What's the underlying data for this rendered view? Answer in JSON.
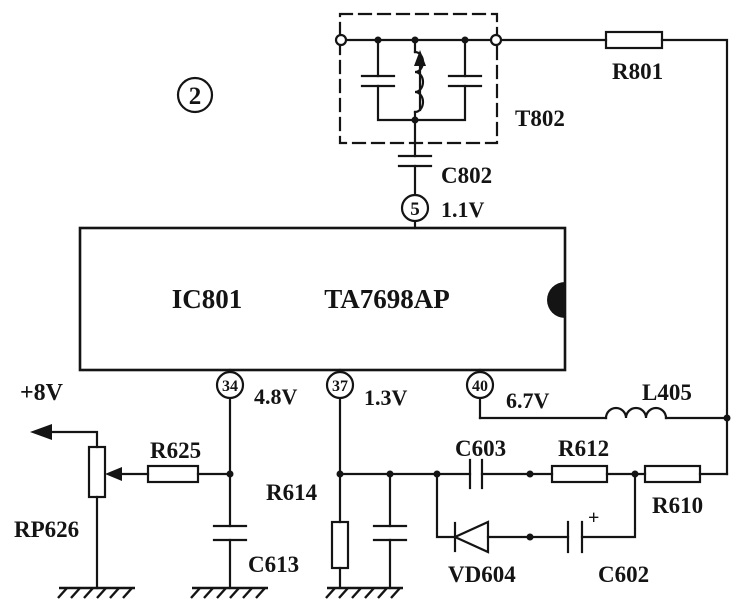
{
  "figure": {
    "badge": "2"
  },
  "ic": {
    "ref": "IC801",
    "part": "TA7698AP"
  },
  "pins": {
    "p5": {
      "num": "5",
      "voltage": "1.1V"
    },
    "p34": {
      "num": "34",
      "voltage": "4.8V"
    },
    "p37": {
      "num": "37",
      "voltage": "1.3V"
    },
    "p40": {
      "num": "40",
      "voltage": "6.7V"
    }
  },
  "components": {
    "t802": {
      "label": "T802"
    },
    "r801": {
      "label": "R801"
    },
    "c802": {
      "label": "C802"
    },
    "l405": {
      "label": "L405"
    },
    "rp626": {
      "label": "RP626"
    },
    "r625": {
      "label": "R625"
    },
    "c613": {
      "label": "C613"
    },
    "r614": {
      "label": "R614"
    },
    "c603": {
      "label": "C603"
    },
    "r612": {
      "label": "R612"
    },
    "r610": {
      "label": "R610"
    },
    "vd604": {
      "label": "VD604"
    },
    "c602": {
      "label": "C602",
      "polarity": "+"
    }
  },
  "power": {
    "rail": "+8V"
  },
  "colors": {
    "ink": "#141414",
    "paper": "#ffffff"
  }
}
